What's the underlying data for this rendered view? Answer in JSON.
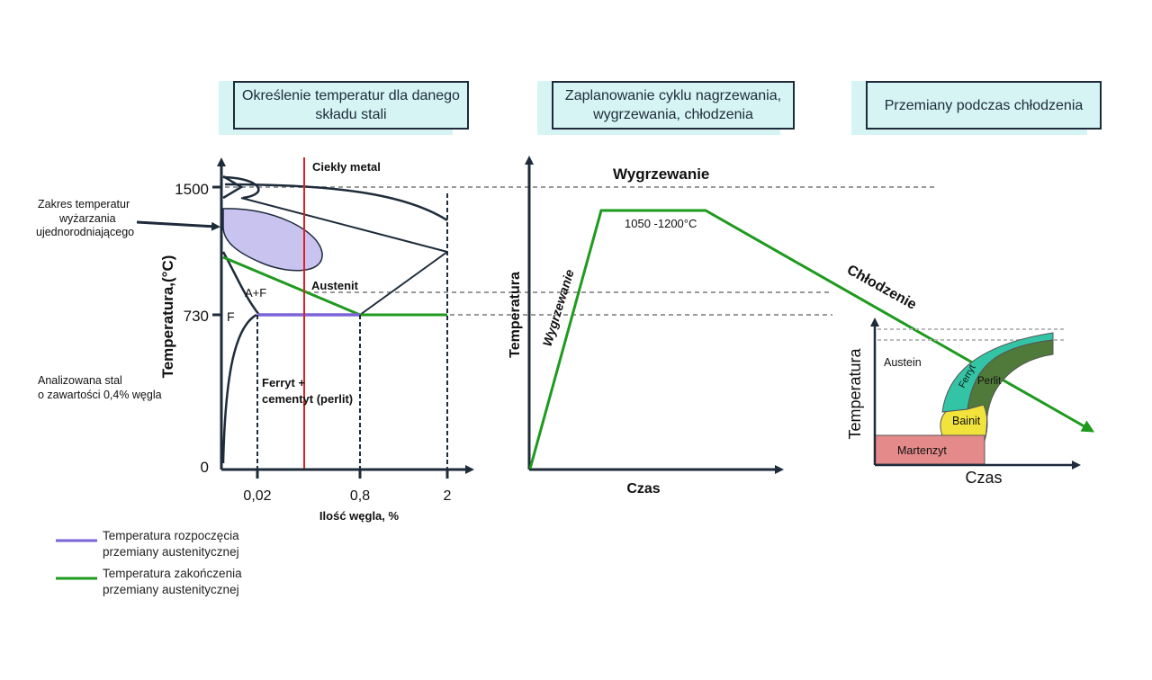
{
  "headers": {
    "box1": "Określenie temperatur dla danego składu stali",
    "box2": "Zaplanowanie cyklu nagrzewania, wygrzewania, chłodzenia",
    "box3": "Przemiany podczas chłodzenia"
  },
  "phase_diagram": {
    "y_label": "Temperatura,(°C)",
    "y_ticks": [
      "1500",
      "730",
      "0"
    ],
    "x_ticks": [
      "0,02",
      "0,8",
      "2"
    ],
    "x_label": "Ilość węgla, %",
    "label_liquid": "Ciekły metal",
    "label_austenite": "Austenit",
    "label_af": "A+F",
    "label_f": "F",
    "label_ferrite_cementite_1": "Ferryt +",
    "label_ferrite_cementite_2": "cementyt (perlit)",
    "annot_range_1": "Zakres temperatur",
    "annot_range_2": "wyżarzania",
    "annot_range_3": "ujednorodniającego",
    "annot_steel_1": "Analizowana stal",
    "annot_steel_2": "o zawartości 0,4% węgla"
  },
  "legend": [
    {
      "line1": "Temperatura rozpoczęcia",
      "line2": "przemiany austenitycznej",
      "color": "#7b63d8"
    },
    {
      "line1": "Temperatura zakończenia",
      "line2": "przemiany austenitycznej",
      "color": "#1e9a1e"
    }
  ],
  "cycle_chart": {
    "y_label": "Temperatura",
    "x_label": "Czas",
    "soak_title": "Wygrzewanie",
    "soak_range": "1050 -1200°C",
    "heating_label": "Wygrzewanie",
    "cooling_label": "Chłodzenie"
  },
  "cct_chart": {
    "y_label": "Temperatura",
    "x_label": "Czas",
    "austenite": "Austein",
    "ferrite": "Ferryt",
    "pearlite": "Perlit",
    "bainite": "Bainit",
    "martensite": "Martenzyt"
  },
  "colors": {
    "axis": "#1d2b3a",
    "red_line": "#e02020",
    "green": "#1e9a1e",
    "purple": "#7b63d8",
    "lavender": "#c9c3ef",
    "teal": "#33c4a6",
    "olive": "#4f7a3a",
    "yellow": "#f2e23c",
    "pink": "#e58a8a",
    "box_fill": "#d6f4f4"
  }
}
